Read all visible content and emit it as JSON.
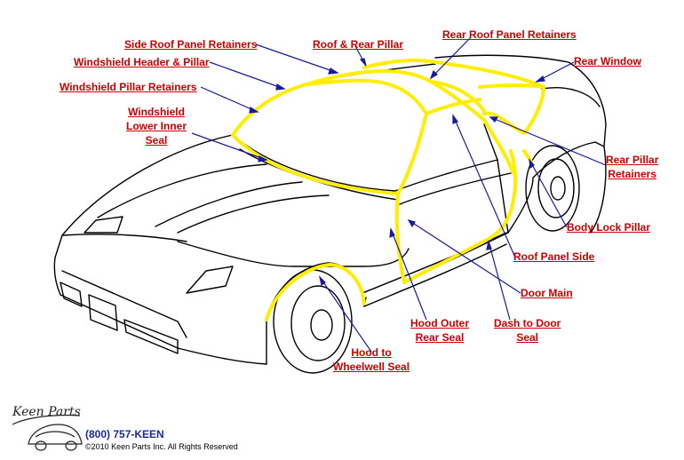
{
  "labels": {
    "side_roof_panel_retainers": "Side Roof Panel Retainers",
    "roof_rear_pillar": "Roof & Rear Pillar",
    "rear_roof_panel_retainers": "Rear Roof Panel Retainers",
    "windshield_header_pillar": "Windshield Header & Pillar",
    "rear_window": "Rear Window",
    "windshield_pillar_retainers": "Windshield Pillar Retainers",
    "windshield_lower_inner_seal": [
      "Windshield",
      "Lower Inner",
      "Seal"
    ],
    "rear_pillar_retainers": [
      "Rear Pillar",
      "Retainers"
    ],
    "body_lock_pillar": "Body Lock Pillar",
    "roof_panel_side": "Roof Panel Side",
    "door_main": "Door Main",
    "hood_outer_rear_seal": [
      "Hood Outer",
      "Rear Seal"
    ],
    "dash_to_door_seal": [
      "Dash to Door",
      "Seal"
    ],
    "hood_to_wheelwell_seal": [
      "Hood to",
      "Wheelwell Seal"
    ]
  },
  "footer": {
    "logo_text": "Keen Parts",
    "phone": "(800) 757-KEEN",
    "copyright": "©2010 Keen Parts Inc. All Rights Reserved"
  },
  "colors": {
    "label": "#cc0000",
    "pointer": "#1a1a9e",
    "seal_highlight": "#ffee00",
    "outline": "#000000",
    "phone": "#1a2a9e"
  }
}
